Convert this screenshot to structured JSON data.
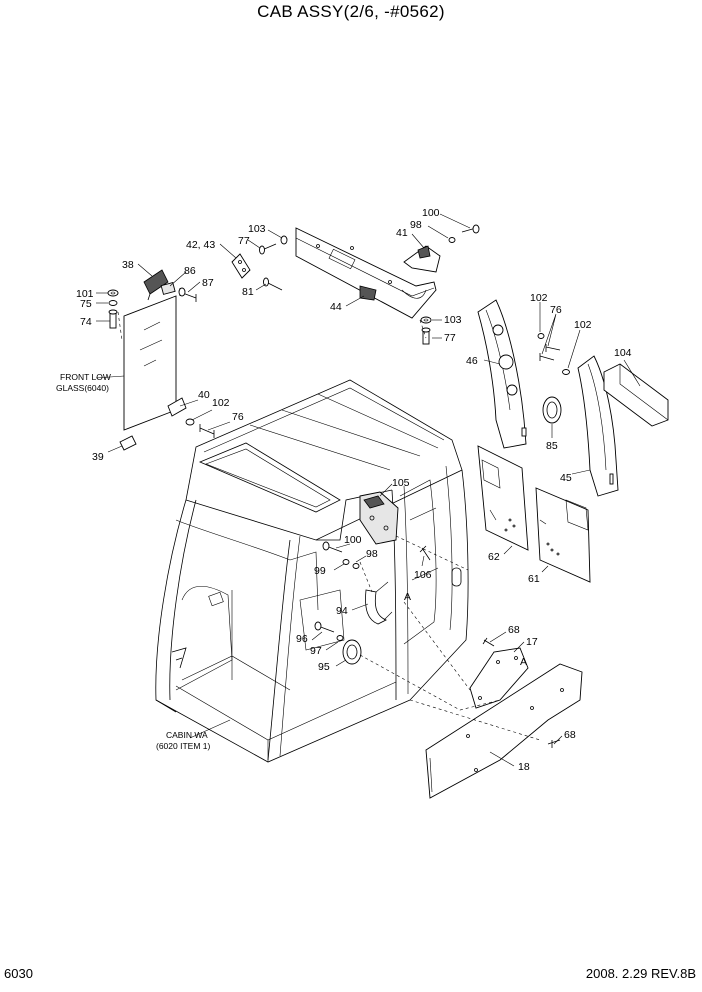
{
  "title": "CAB ASSY(2/6, -#0562)",
  "footer": {
    "page_code": "6030",
    "revision": "2008. 2.29 REV.8B"
  },
  "notes": {
    "front_low_glass": [
      "FRONT LOW",
      "GLASS(6040)"
    ],
    "cabin_wa": [
      "CABIN WA",
      "(6020 ITEM 1)"
    ]
  },
  "part_labels": {
    "p38": "38",
    "p86": "86",
    "p87": "87",
    "p101": "101",
    "p75": "75",
    "p74": "74",
    "p4243": "42, 43",
    "p77a": "77",
    "p103a": "103",
    "p81": "81",
    "p44": "44",
    "p100a": "100",
    "p98a": "98",
    "p41": "41",
    "p103b": "103",
    "p77b": "77",
    "p102a": "102",
    "p76a": "76",
    "p102b": "102",
    "p46": "46",
    "p104": "104",
    "p85": "85",
    "p45": "45",
    "p40": "40",
    "p102c": "102",
    "p76b": "76",
    "p39": "39",
    "p105": "105",
    "p100b": "100",
    "p99": "99",
    "p98b": "98",
    "p106": "106",
    "p62": "62",
    "p61": "61",
    "pA1": "A",
    "p94": "94",
    "p68a": "68",
    "p17": "17",
    "pA2": "A",
    "p96": "96",
    "p97": "97",
    "p95": "95",
    "p68b": "68",
    "p18": "18"
  }
}
